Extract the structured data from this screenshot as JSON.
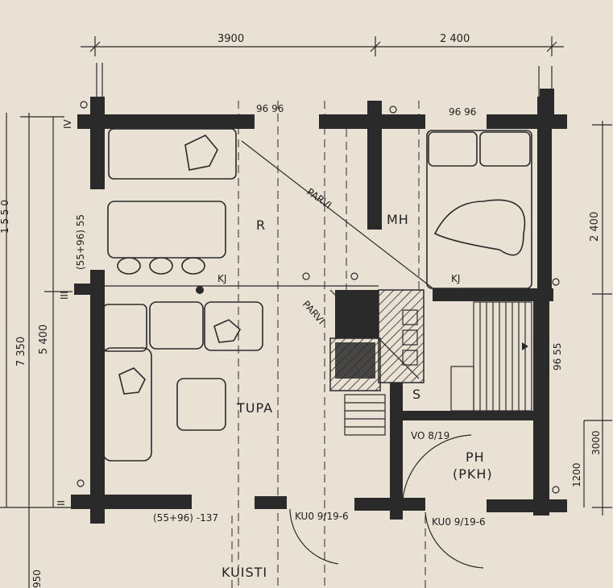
{
  "dimensions": {
    "top_left": "3900",
    "top_right": "2 400",
    "right_upper": "2 400",
    "right_lower": "3000",
    "right_bottom": "1200",
    "left_total": "7 350",
    "left_inner": "5 400",
    "left_bottom": "950",
    "left_cut": "1 5 5 0"
  },
  "axes": {
    "iv": "IV",
    "iii": "III",
    "ii": "II"
  },
  "rooms": {
    "r": "R",
    "mh": "MH",
    "tupa": "TUPA",
    "s": "S",
    "ph": "PH",
    "pkh": "(PKH)",
    "kuisti": "KUISTI"
  },
  "labels": {
    "parvi_upper": "PARVI",
    "parvi_lower": "PARVI",
    "kj_left": "KJ",
    "kj_right": "KJ",
    "window_top_left": "96 96",
    "window_top_right": "96 96",
    "window_left": "(55+96) 55",
    "window_bottom": "(55+96) -137",
    "door_right": "96 55",
    "door_vo": "VO 8/19",
    "door_ku_left": "KU0 9/19-6",
    "door_ku_right": "KU0 9/19-6"
  },
  "colors": {
    "paper": "#e9e1d4",
    "ink": "#2a2a2a"
  }
}
